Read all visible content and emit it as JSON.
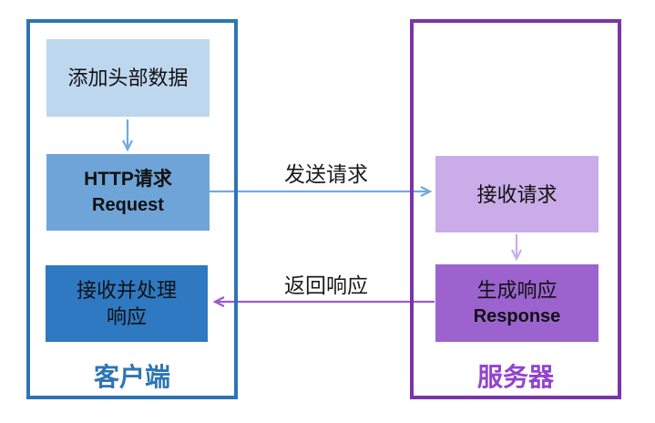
{
  "diagram": {
    "title_hint": "HTTP client-server request/response flow",
    "client": {
      "label": "客户端",
      "boxes": {
        "add_header": {
          "text": "添加头部数据"
        },
        "http_request": {
          "line1": "HTTP请求",
          "line2": "Request"
        },
        "receive_response": {
          "line1": "接收并处理",
          "line2": "响应"
        }
      }
    },
    "server": {
      "label": "服务器",
      "boxes": {
        "receive_request": {
          "text": "接收请求"
        },
        "generate_response": {
          "line1": "生成响应",
          "line2": "Response"
        }
      }
    },
    "arrows": {
      "send_request_label": "发送请求",
      "return_response_label": "返回响应"
    },
    "colors": {
      "client_border": "#2E74B5",
      "client_label_text": "#2E75B6",
      "box_light_blue": "#BDD7EE",
      "box_medium_blue": "#6FA4D8",
      "box_dark_blue": "#2E79C2",
      "server_border": "#7A35A8",
      "server_label_text": "#9344CE",
      "box_light_purple": "#C9ACE8",
      "box_dark_purple": "#9C63CE",
      "arrow_blue": "#74A9DD",
      "arrow_light_purple": "#C9ACE8",
      "arrow_purple": "#9B59D0"
    }
  }
}
